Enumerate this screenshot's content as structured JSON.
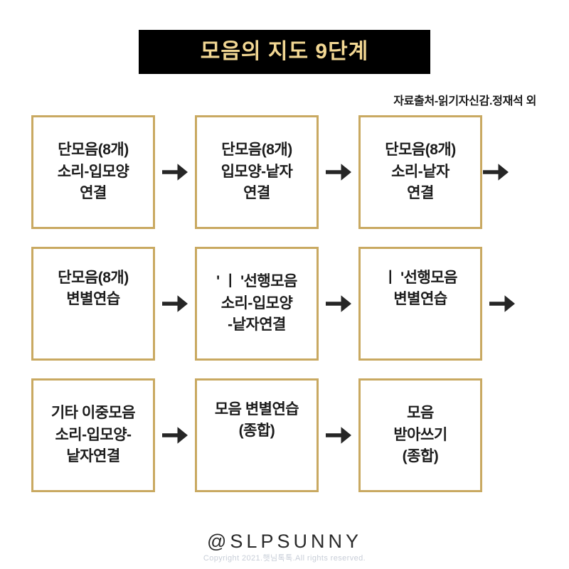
{
  "header": {
    "title": "모음의 지도 9단계",
    "banner_bg": "#000000",
    "title_color": "#f2d793",
    "source_credit": "자료출처-읽기자신감.정재석 외"
  },
  "theme": {
    "box_border": "#c9a961",
    "box_bg": "#ffffff",
    "text_color": "#1c1c1c",
    "arrow_color": "#262626",
    "page_bg": "#ffffff"
  },
  "flow": {
    "arrow_glyph": "→",
    "rows": [
      {
        "trailing_arrow": true,
        "trailing_arrow_clipped": true,
        "steps": [
          {
            "index": 1,
            "lines": [
              "단모음(8개)",
              "소리-입모양",
              "연결"
            ],
            "align": "center"
          },
          {
            "index": 2,
            "lines": [
              "단모음(8개)",
              "입모양-낱자",
              "연결"
            ],
            "align": "center"
          },
          {
            "index": 3,
            "lines": [
              "단모음(8개)",
              "소리-낱자",
              "연결"
            ],
            "align": "center"
          }
        ]
      },
      {
        "trailing_arrow": true,
        "trailing_arrow_clipped": false,
        "steps": [
          {
            "index": 4,
            "lines": [
              "단모음(8개)",
              "변별연습"
            ],
            "align": "top"
          },
          {
            "index": 5,
            "lines": [
              "' ㅣ '선행모음",
              "소리-입모양",
              "-낱자연결"
            ],
            "align": "center"
          },
          {
            "index": 6,
            "lines": [
              "ㅣ '선행모음",
              "변별연습"
            ],
            "align": "top"
          }
        ]
      },
      {
        "trailing_arrow": false,
        "trailing_arrow_clipped": false,
        "steps": [
          {
            "index": 7,
            "lines": [
              "기타 이중모음",
              "소리-입모양-",
              "낱자연결"
            ],
            "align": "center"
          },
          {
            "index": 8,
            "lines": [
              "모음 변별연습",
              "(종합)"
            ],
            "align": "top"
          },
          {
            "index": 9,
            "lines": [
              "모음",
              "받아쓰기",
              "(종합)"
            ],
            "align": "center"
          }
        ]
      }
    ]
  },
  "footer": {
    "handle": "@SLPSUNNY",
    "copyright": "Copyright 2021.햇님톡톡.All rights reserved."
  }
}
